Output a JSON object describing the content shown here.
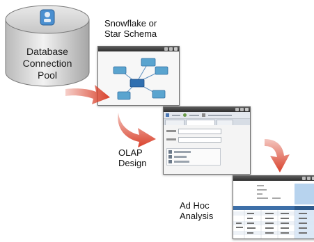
{
  "database": {
    "label_lines": [
      "Database",
      "Connection",
      "Pool"
    ],
    "icon": "database-cylinder-icon"
  },
  "steps": [
    {
      "caption_lines": [
        "Snowflake or",
        "Star Schema"
      ]
    },
    {
      "caption_lines": [
        "OLAP",
        "Design"
      ]
    },
    {
      "caption_lines": [
        "Ad Hoc",
        "Analysis"
      ]
    }
  ],
  "colors": {
    "arrow": "#d9412b",
    "node": "#5aa4cf",
    "node_center": "#2f6fb0",
    "titlebar": "#3a3a3a",
    "highlight": "#b7d3ee"
  }
}
